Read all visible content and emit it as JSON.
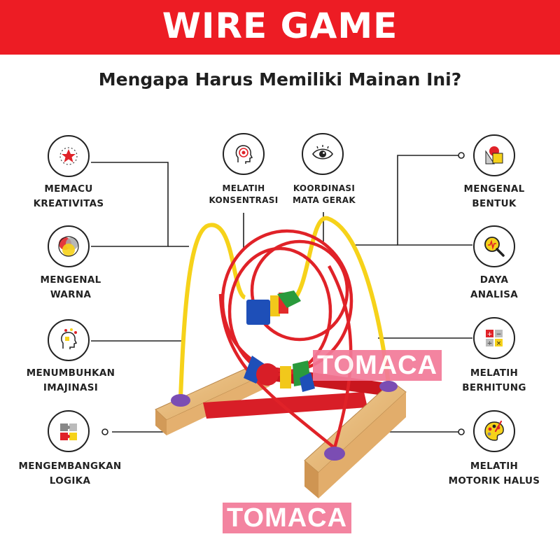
{
  "header": {
    "title": "WIRE GAME"
  },
  "subtitle": "Mengapa Harus Memiliki Mainan Ini?",
  "benefits": {
    "kreativitas": {
      "line1": "MEMACU",
      "line2": "KREATIVITAS",
      "icon": "star-icon"
    },
    "warna": {
      "line1": "MENGENAL",
      "line2": "WARNA",
      "icon": "color-circles-icon"
    },
    "imajinasi": {
      "line1": "MENUMBUHKAN",
      "line2": "IMAJINASI",
      "icon": "head-imagination-icon"
    },
    "logika": {
      "line1": "MENGEMBANGKAN",
      "line2": "LOGIKA",
      "icon": "puzzle-icon"
    },
    "konsentrasi": {
      "line1": "MELATIH",
      "line2": "KONSENTRASI",
      "icon": "focus-head-icon"
    },
    "koordinasi": {
      "line1": "KOORDINASI",
      "line2": "MATA GERAK",
      "icon": "eye-icon"
    },
    "bentuk": {
      "line1": "MENGENAL",
      "line2": "BENTUK",
      "icon": "shapes-icon"
    },
    "analisa": {
      "line1": "DAYA",
      "line2": "ANALISA",
      "icon": "magnifier-icon"
    },
    "berhitung": {
      "line1": "MELATIH",
      "line2": "BERHITUNG",
      "icon": "calculator-icon"
    },
    "motorik": {
      "line1": "MELATIH",
      "line2": "MOTORIK HALUS",
      "icon": "palette-icon"
    }
  },
  "watermarks": {
    "top": "TOMACA",
    "bottom": "TOMACA"
  },
  "colors": {
    "banner": "#ed1c24",
    "watermark": "#f37a99",
    "wire_red": "#e02228",
    "wire_yellow": "#f6d21a"
  }
}
